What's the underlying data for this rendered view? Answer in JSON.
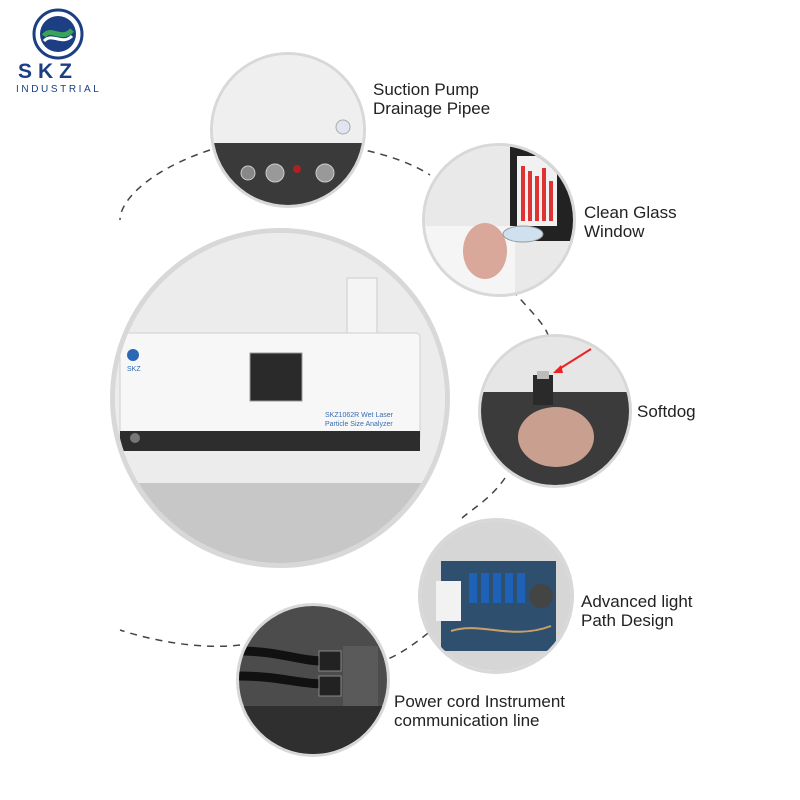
{
  "brand": {
    "name": "SKZ",
    "subtitle": "INDUSTRIAL",
    "colors": {
      "blue": "#1b3f82",
      "green": "#3aa35a"
    }
  },
  "features": [
    {
      "label": "Suction Pump\nDrainage Pipee",
      "icon": "pump-port-photo"
    },
    {
      "label": "Clean Glass\nWindow",
      "icon": "glass-window-photo"
    },
    {
      "label": "Softdog",
      "icon": "usb-dongle-photo"
    },
    {
      "label": "Advanced light\nPath Design",
      "icon": "optics-board-photo"
    },
    {
      "label": "Power cord Instrument\ncommunication line",
      "icon": "cable-photo"
    }
  ],
  "instrument": {
    "model_text": "SKZ1062R Wet Laser\nParticle Size Analyzer",
    "badge_text": "SKZ"
  }
}
